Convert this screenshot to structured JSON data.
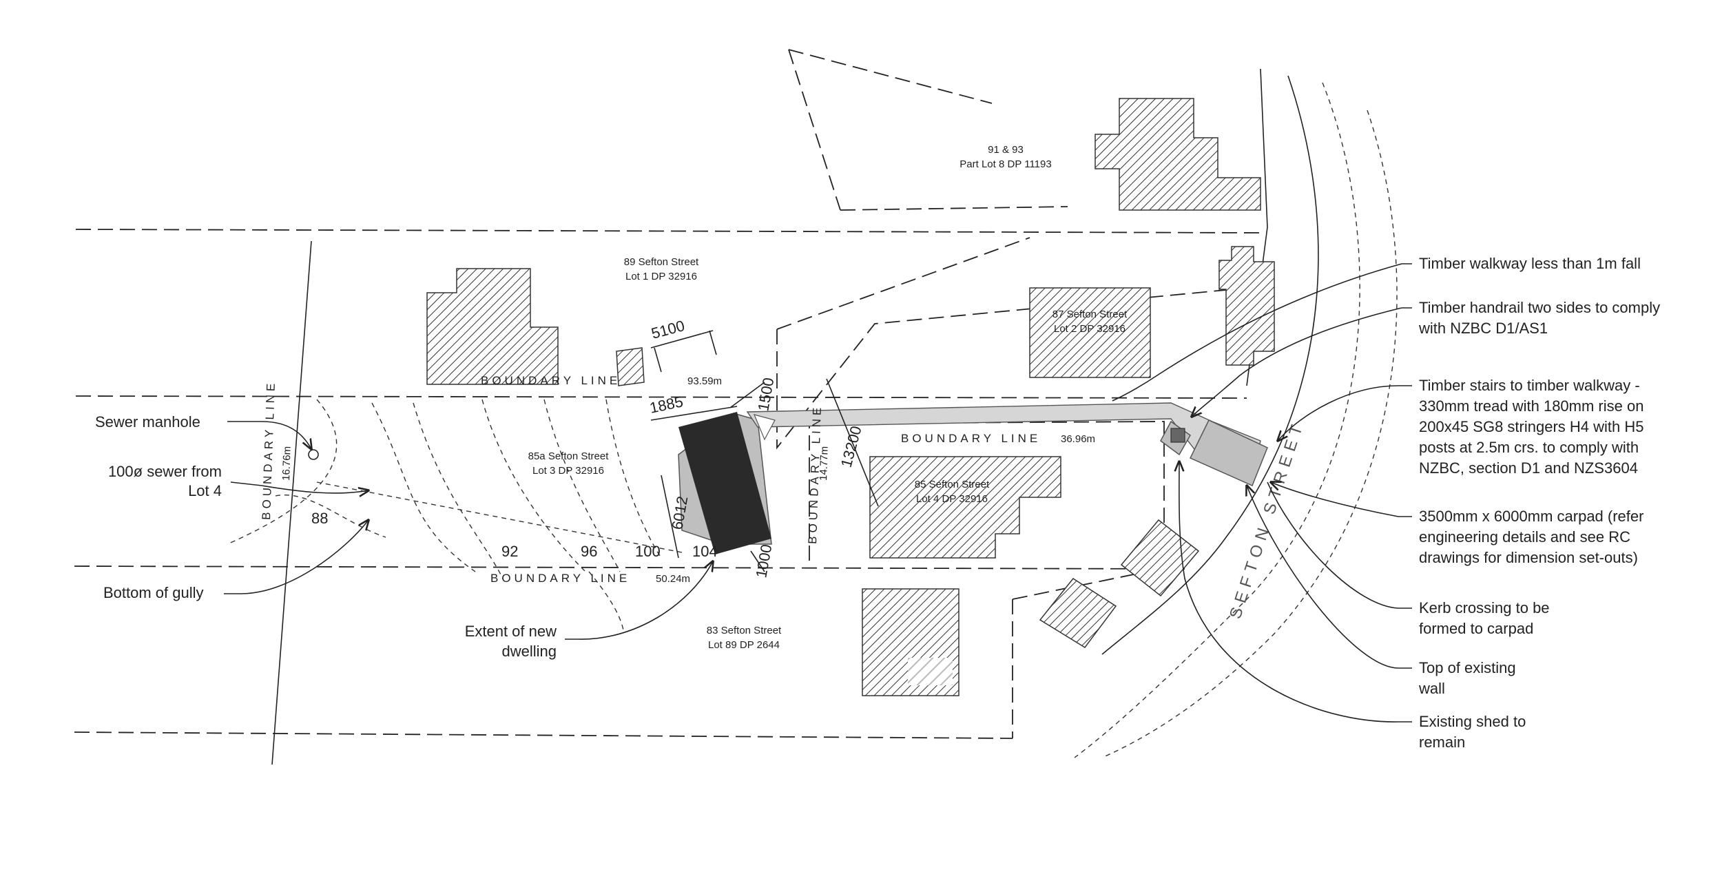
{
  "properties": {
    "p91_93": {
      "line1": "91 & 93",
      "line2": "Part Lot 8 DP 11193"
    },
    "p89": {
      "line1": "89 Sefton Street",
      "line2": "Lot 1 DP 32916"
    },
    "p87": {
      "line1": "87 Sefton Street",
      "line2": "Lot 2 DP 32916"
    },
    "p85a": {
      "line1": "85a Sefton Street",
      "line2": "Lot 3 DP 32916"
    },
    "p85": {
      "line1": "85 Sefton Street",
      "line2": "Lot 4 DP 32916"
    },
    "p83": {
      "line1": "83 Sefton Street",
      "line2": "Lot 89 DP 2644"
    }
  },
  "boundaries": {
    "top": {
      "label": "BOUNDARY LINE",
      "length": "93.59m"
    },
    "bottom": {
      "label": "BOUNDARY LINE",
      "length": "50.24m"
    },
    "lot4_top": {
      "label": "BOUNDARY LINE",
      "length": "36.96m"
    },
    "west": {
      "label": "BOUNDARY LINE",
      "length": "16.76m"
    },
    "lot4_west": {
      "label": "BOUNDARY LINE",
      "length": "14.77m"
    }
  },
  "dimensions": {
    "d5100": "5100",
    "d1885": "1885",
    "d1500": "1500",
    "d13200": "13200",
    "d6012": "6012",
    "d1000": "1000"
  },
  "contours": [
    "88",
    "92",
    "96",
    "100",
    "104"
  ],
  "street_name": "SEFTON STREET",
  "left_callouts": {
    "sewer_manhole": "Sewer manhole",
    "sewer_line1": "100ø sewer from",
    "sewer_line2": "Lot 4",
    "gully": "Bottom of gully",
    "extent_line1": "Extent of new",
    "extent_line2": "dwelling"
  },
  "right_callouts": {
    "walkway": "Timber walkway less than 1m fall",
    "handrail": [
      "Timber handrail two sides to comply",
      "with NZBC D1/AS1"
    ],
    "stairs": [
      "Timber stairs to timber walkway -",
      "330mm tread with 180mm rise on",
      "200x45 SG8 stringers H4 with H5",
      "posts at 2.5m crs. to comply with",
      "NZBC, section D1 and NZS3604"
    ],
    "carpad": [
      "3500mm x 6000mm carpad (refer",
      "engineering details and see RC",
      "drawings for dimension set-outs)"
    ],
    "kerb": [
      "Kerb crossing to be",
      "formed to carpad"
    ],
    "wall": [
      "Top of existing",
      "wall"
    ],
    "shed": [
      "Existing shed to",
      "remain"
    ]
  }
}
